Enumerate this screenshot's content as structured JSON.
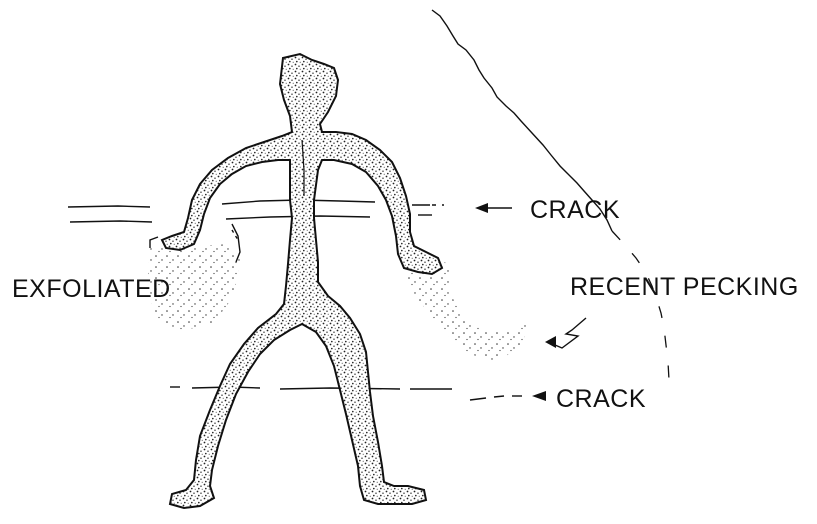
{
  "labels": {
    "crack_upper": "CRACK",
    "crack_lower": "CRACK",
    "exfoliated": "EXFOLIATED",
    "recent_pecking": "RECENT PECKING"
  },
  "colors": {
    "ink": "#111111",
    "background": "#ffffff",
    "stipple": "#222222"
  }
}
